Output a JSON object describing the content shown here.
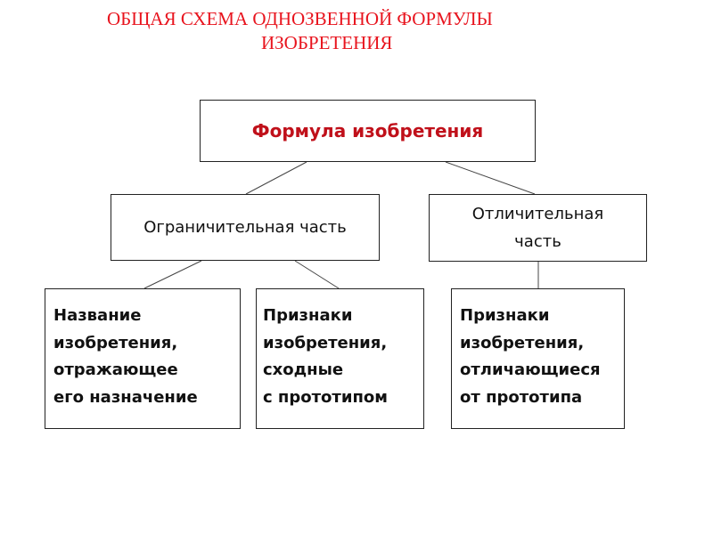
{
  "title": {
    "line1": "ОБЩАЯ СХЕМА ОДНОЗВЕННОЙ ФОРМУЛЫ",
    "line2": "ИЗОБРЕТЕНИЯ"
  },
  "colors": {
    "title": "#e8141e",
    "root_text": "#c0101a",
    "border": "#222222",
    "line": "#444444"
  },
  "diagram": {
    "root": "Формула изобретения",
    "restrictive": "Ограничительная часть",
    "distinctive": "Отличительная часть",
    "leaves": {
      "name": "Название\nизобретения,\nотражающее\nего назначение",
      "similar": "Признаки\nизобретения,\nсходные\nс прототипом",
      "different": "Признаки\nизобретения,\nотличающиеся\nот прототипа"
    }
  }
}
